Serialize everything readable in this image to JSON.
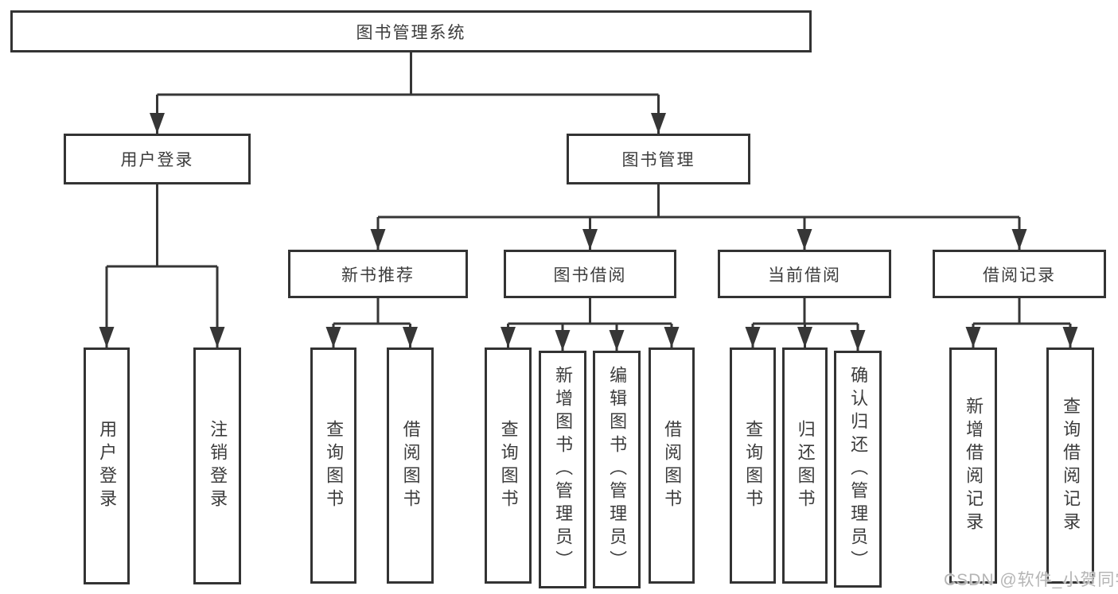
{
  "root": {
    "label": "图书管理系统"
  },
  "branches": [
    {
      "label": "用户登录",
      "children": [
        {
          "label": "用户登录"
        },
        {
          "label": "注销登录"
        }
      ]
    },
    {
      "label": "图书管理",
      "children": [
        {
          "label": "新书推荐",
          "children": [
            {
              "label": "查询图书"
            },
            {
              "label": "借阅图书"
            }
          ]
        },
        {
          "label": "图书借阅",
          "children": [
            {
              "label": "查询图书"
            },
            {
              "label": "新增图书（管理员）"
            },
            {
              "label": "编辑图书（管理员）"
            },
            {
              "label": "借阅图书"
            }
          ]
        },
        {
          "label": "当前借阅",
          "children": [
            {
              "label": "查询图书"
            },
            {
              "label": "归还图书"
            },
            {
              "label": "确认归还（管理员）"
            }
          ]
        },
        {
          "label": "借阅记录",
          "children": [
            {
              "label": "新增借阅记录"
            },
            {
              "label": "查询借阅记录"
            }
          ]
        }
      ]
    }
  ],
  "watermark": {
    "text": "CSDN @软件_小贺同学"
  },
  "colors": {
    "line": "#363636",
    "border": "#333333",
    "text": "#3c3c3c",
    "watermark": "#b5b5b5",
    "background": "#ffffff"
  }
}
